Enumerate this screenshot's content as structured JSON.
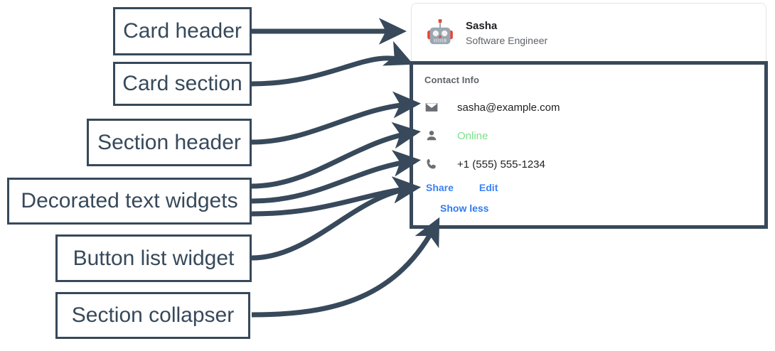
{
  "diagram": {
    "annotations": [
      {
        "id": "card-header",
        "label": "Card header"
      },
      {
        "id": "card-section",
        "label": "Card section"
      },
      {
        "id": "section-header",
        "label": "Section header"
      },
      {
        "id": "decorated-text",
        "label": "Decorated text widgets"
      },
      {
        "id": "button-list",
        "label": "Button list widget"
      },
      {
        "id": "section-collapser",
        "label": "Section collapser"
      }
    ],
    "colors": {
      "annotation": "#37495a",
      "link": "#3b82f6",
      "status_online": "#7ee08a",
      "primary_text": "#202124",
      "secondary_text": "#5f6368",
      "card_border": "#e4e4e4",
      "surface": "#ffffff"
    }
  },
  "card": {
    "header": {
      "avatar": "robot-avatar",
      "title": "Sasha",
      "subtitle": "Software Engineer"
    },
    "section": {
      "header": "Contact Info",
      "rows": [
        {
          "icon": "email-icon",
          "text": "sasha@example.com",
          "style": "default"
        },
        {
          "icon": "person-icon",
          "text": "Online",
          "style": "green"
        },
        {
          "icon": "phone-icon",
          "text": "+1 (555) 555-1234",
          "style": "default"
        }
      ],
      "buttons": [
        {
          "label": "Share"
        },
        {
          "label": "Edit"
        }
      ],
      "collapser": {
        "label": "Show less"
      }
    }
  }
}
